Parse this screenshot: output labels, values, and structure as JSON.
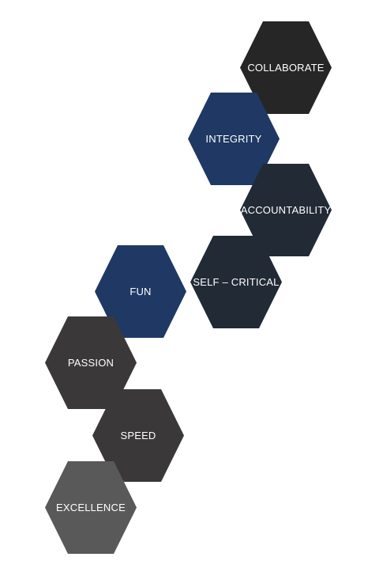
{
  "hexagons": [
    {
      "id": "collaborate",
      "label": "COLLABORATE",
      "color": "#262626"
    },
    {
      "id": "integrity",
      "label": "INTEGRITY",
      "color": "#1F3864"
    },
    {
      "id": "accountability",
      "label": "ACCOUNTABILITY",
      "color": "#222A35"
    },
    {
      "id": "self-critical",
      "label": "SELF – CRITICAL",
      "color": "#222A35"
    },
    {
      "id": "fun",
      "label": "FUN",
      "color": "#1F3864"
    },
    {
      "id": "passion",
      "label": "PASSION",
      "color": "#3A3838"
    },
    {
      "id": "speed",
      "label": "SPEED",
      "color": "#3A3838"
    },
    {
      "id": "excellence",
      "label": "EXCELLENCE",
      "color": "#595959"
    }
  ]
}
